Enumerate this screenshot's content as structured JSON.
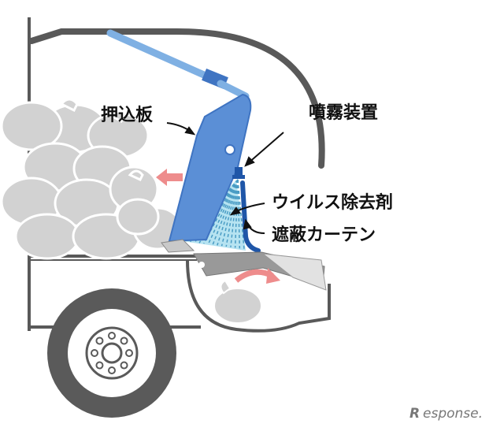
{
  "labels": {
    "push_plate": "押込板",
    "spray_device": "噴霧装置",
    "virus_remover": "ウイルス除去剤",
    "shield_curtain": "遮蔽カーテン"
  },
  "watermark": {
    "mark": "R",
    "text": "esponse."
  },
  "colors": {
    "plate": "#5b8fd6",
    "plate_dark": "#3f74c2",
    "spray": "#b6e3f1",
    "spray_dash": "#4a9cc4",
    "curtain": "#1f56a8",
    "bags": "#d2d2d2",
    "bag_stroke": "#ffffff",
    "body": "#595959",
    "wheel": "#5a5a5a",
    "arrow_red": "#ee8c8c",
    "pipe": "#7fb0e3"
  },
  "icons": [
    "left-arrow-icon",
    "rotate-arrow-icon",
    "spray-nozzle-icon"
  ]
}
